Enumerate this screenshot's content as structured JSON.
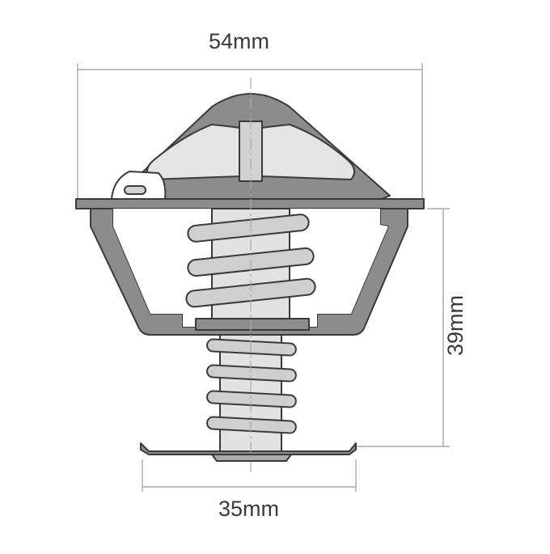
{
  "dimensions": {
    "width_label": "54mm",
    "height_label": "39mm",
    "base_label": "35mm"
  },
  "colors": {
    "body_fill": "#8c8c8c",
    "spring_fill": "#cfcfcf",
    "stem_fill": "#e2e2e2",
    "outline": "#3a3a3a",
    "dimension_line": "#999999",
    "centerline": "#a9a9a9"
  }
}
